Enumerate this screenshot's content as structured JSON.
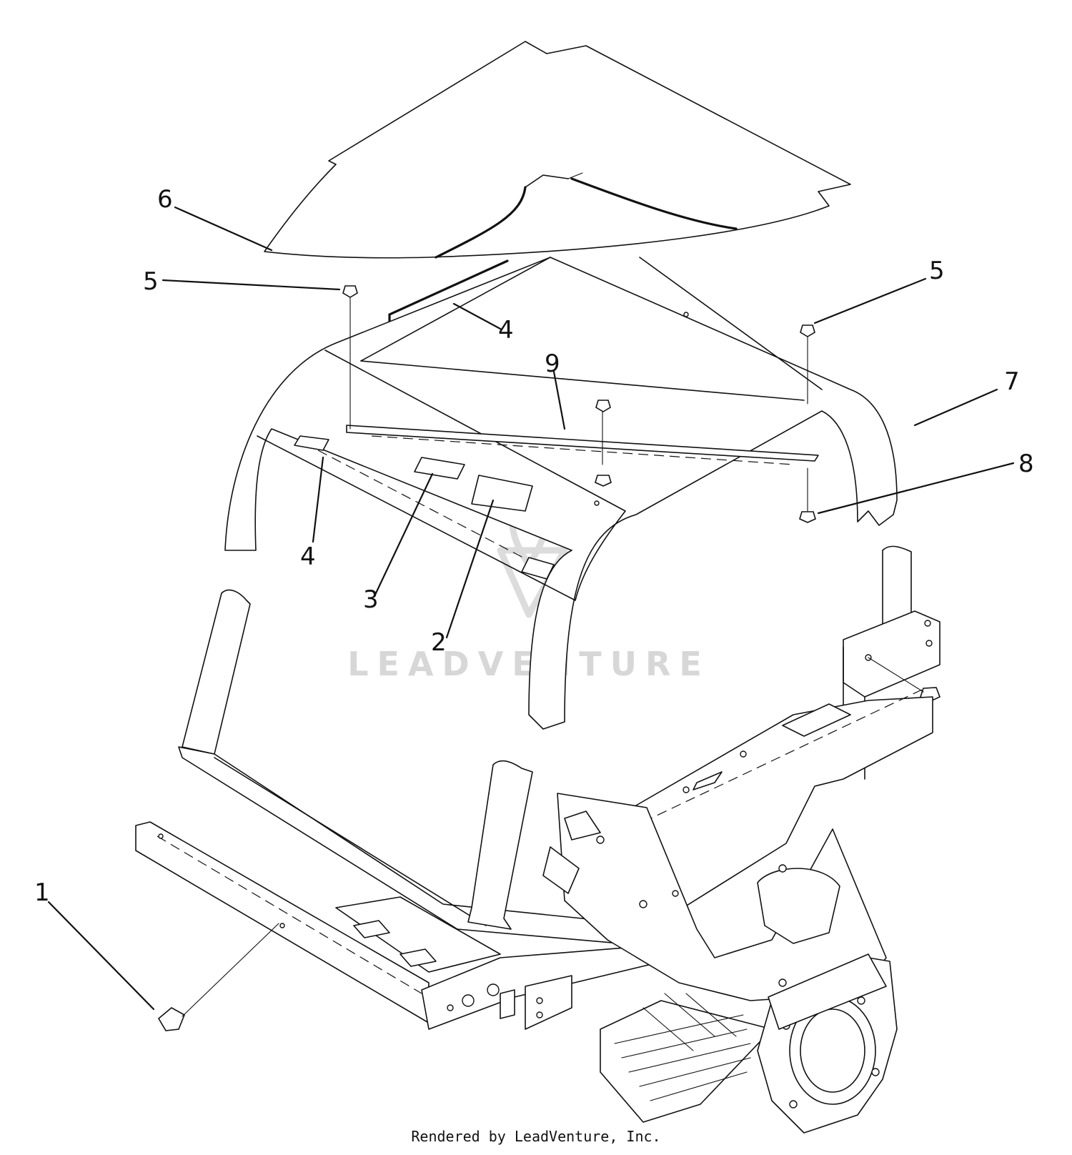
{
  "callouts": [
    "1",
    "2",
    "3",
    "4",
    "4",
    "5",
    "5",
    "6",
    "7",
    "8",
    "9"
  ],
  "watermark": {
    "text": "LEADVENTURE",
    "logo_icon": "leadventure-flame-logo"
  },
  "footer": {
    "credit": "Rendered by LeadVenture, Inc."
  }
}
